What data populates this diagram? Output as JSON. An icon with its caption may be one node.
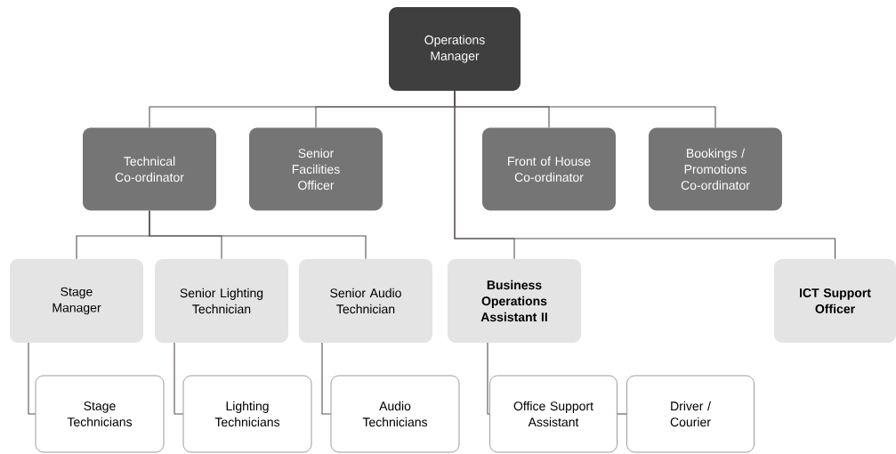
{
  "diagram": {
    "nodes": [
      {
        "text": [
          "Operations Manager"
        ]
      },
      {
        "text": [
          "Technical Co-ordinator"
        ]
      },
      {
        "text": [
          "Senior Facilities Officer"
        ]
      },
      {
        "text": [
          "Front of House Co-ordinator"
        ]
      },
      {
        "text": [
          "Bookings / Promotions Co-ordinator"
        ]
      },
      {
        "text": [
          "Stage Manager"
        ]
      },
      {
        "text": [
          "Senior Lighting Technician"
        ]
      },
      {
        "text": [
          "Senior Audio Technician"
        ]
      },
      {
        "text": [
          "Business Operations Assistant II"
        ]
      },
      {
        "text": [
          "ICT Support Officer"
        ]
      },
      {
        "text": [
          "Stage Technicians"
        ]
      },
      {
        "text": [
          "Lighting Technicians"
        ]
      },
      {
        "text": [
          "Audio Technicians"
        ]
      },
      {
        "text": [
          "Office Support Assistant"
        ]
      },
      {
        "text": [
          "Driver / Courier"
        ]
      }
    ],
    "edges": [
      {
        "from": 0,
        "to": 1,
        "arrow": "none"
      },
      {
        "from": 0,
        "to": 2,
        "arrow": "none"
      },
      {
        "from": 0,
        "to": 3,
        "arrow": "none"
      },
      {
        "from": 0,
        "to": 4,
        "arrow": "none"
      },
      {
        "from": 0,
        "to": 8,
        "arrow": "none"
      },
      {
        "from": 0,
        "to": 9,
        "arrow": "none"
      },
      {
        "from": 1,
        "to": 5,
        "arrow": "none"
      },
      {
        "from": 1,
        "to": 6,
        "arrow": "none"
      },
      {
        "from": 1,
        "to": 7,
        "arrow": "none"
      },
      {
        "from": 5,
        "to": 10,
        "arrow": "none"
      },
      {
        "from": 6,
        "to": 11,
        "arrow": "none"
      },
      {
        "from": 7,
        "to": 12,
        "arrow": "none"
      },
      {
        "from": 8,
        "to": 13,
        "arrow": "none"
      },
      {
        "from": 13,
        "to": 14,
        "arrow": "none"
      }
    ]
  }
}
